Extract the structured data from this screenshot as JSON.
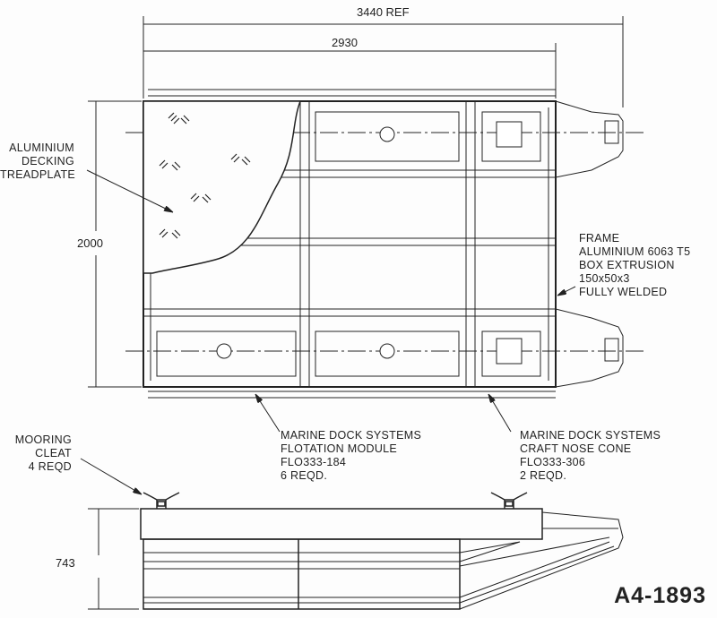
{
  "dimensions": {
    "overall_length": "3440 REF",
    "frame_length": "2930",
    "width": "2000",
    "height": "743"
  },
  "labels": {
    "decking": [
      "ALUMINIUM",
      "DECKING",
      "TREADPLATE"
    ],
    "frame": [
      "FRAME",
      "ALUMINIUM  6063  T5",
      "BOX  EXTRUSION",
      "150x50x3",
      "FULLY   WELDED"
    ],
    "flotation": [
      "MARINE DOCK SYSTEMS",
      "FLOTATION MODULE",
      "FLO333-184",
      "6 REQD."
    ],
    "nose_cone": [
      "MARINE DOCK SYSTEMS",
      "CRAFT NOSE CONE",
      "FLO333-306",
      "2 REQD."
    ],
    "cleat": [
      "MOORING",
      "CLEAT",
      "4 REQD"
    ]
  },
  "drawing_number": "A4-1893"
}
